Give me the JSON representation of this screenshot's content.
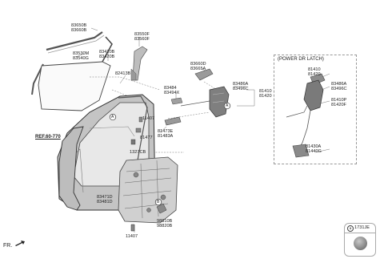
{
  "labels": {
    "glass_run_top": [
      "83650B",
      "83660B"
    ],
    "glass_run_front": [
      "83530M",
      "83540G"
    ],
    "channel_upper": [
      "83410B",
      "83420B"
    ],
    "sash_trim": [
      "83550F",
      "83560F"
    ],
    "glass": "82413B",
    "seal_strip": [
      "83660D",
      "83665A"
    ],
    "weatherstrip": [
      "83484",
      "83494X"
    ],
    "latch_actuator": [
      "83486A",
      "83496C"
    ],
    "latch_main": [
      "81410",
      "81420"
    ],
    "bolt_upper": "11407",
    "hinge_part": "81477",
    "clip": "1327CB",
    "check_link": [
      "81473E",
      "81483A"
    ],
    "regulator": [
      "83471D",
      "83481D"
    ],
    "stopper": [
      "98810B",
      "98820B"
    ],
    "bolt_lower": "11407"
  },
  "ref": "REF.60-770",
  "power_latch": {
    "title": "(POWER DR LATCH)",
    "latch": [
      "81410",
      "81420"
    ],
    "actuator": [
      "83486A",
      "83496C"
    ],
    "motor": [
      "81410P",
      "81420F"
    ],
    "rod": [
      "81430A",
      "81440G"
    ]
  },
  "callouts": {
    "a": "A",
    "b": "B"
  },
  "legend": {
    "circle": "a",
    "code": "1731JE"
  },
  "footer": {
    "fr": "FR."
  }
}
